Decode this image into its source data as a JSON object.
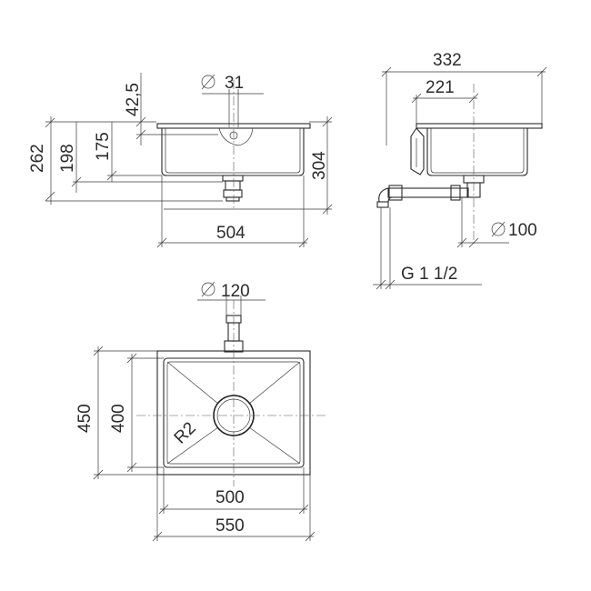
{
  "drawing": {
    "front_view": {
      "dia_drain": "31",
      "overflow_height": "42,5",
      "height_total": "262",
      "height_outlet": "198",
      "height_inner": "175",
      "height_right": "304",
      "width": "504"
    },
    "side_view": {
      "depth_outer": "332",
      "depth_inner": "221",
      "dia_outlet": "100",
      "thread": "G 1 1/2"
    },
    "top_view": {
      "dia_overflow": "120",
      "outer_depth": "450",
      "inner_depth": "400",
      "radius": "R2",
      "inner_width": "500",
      "outer_width": "550"
    }
  }
}
